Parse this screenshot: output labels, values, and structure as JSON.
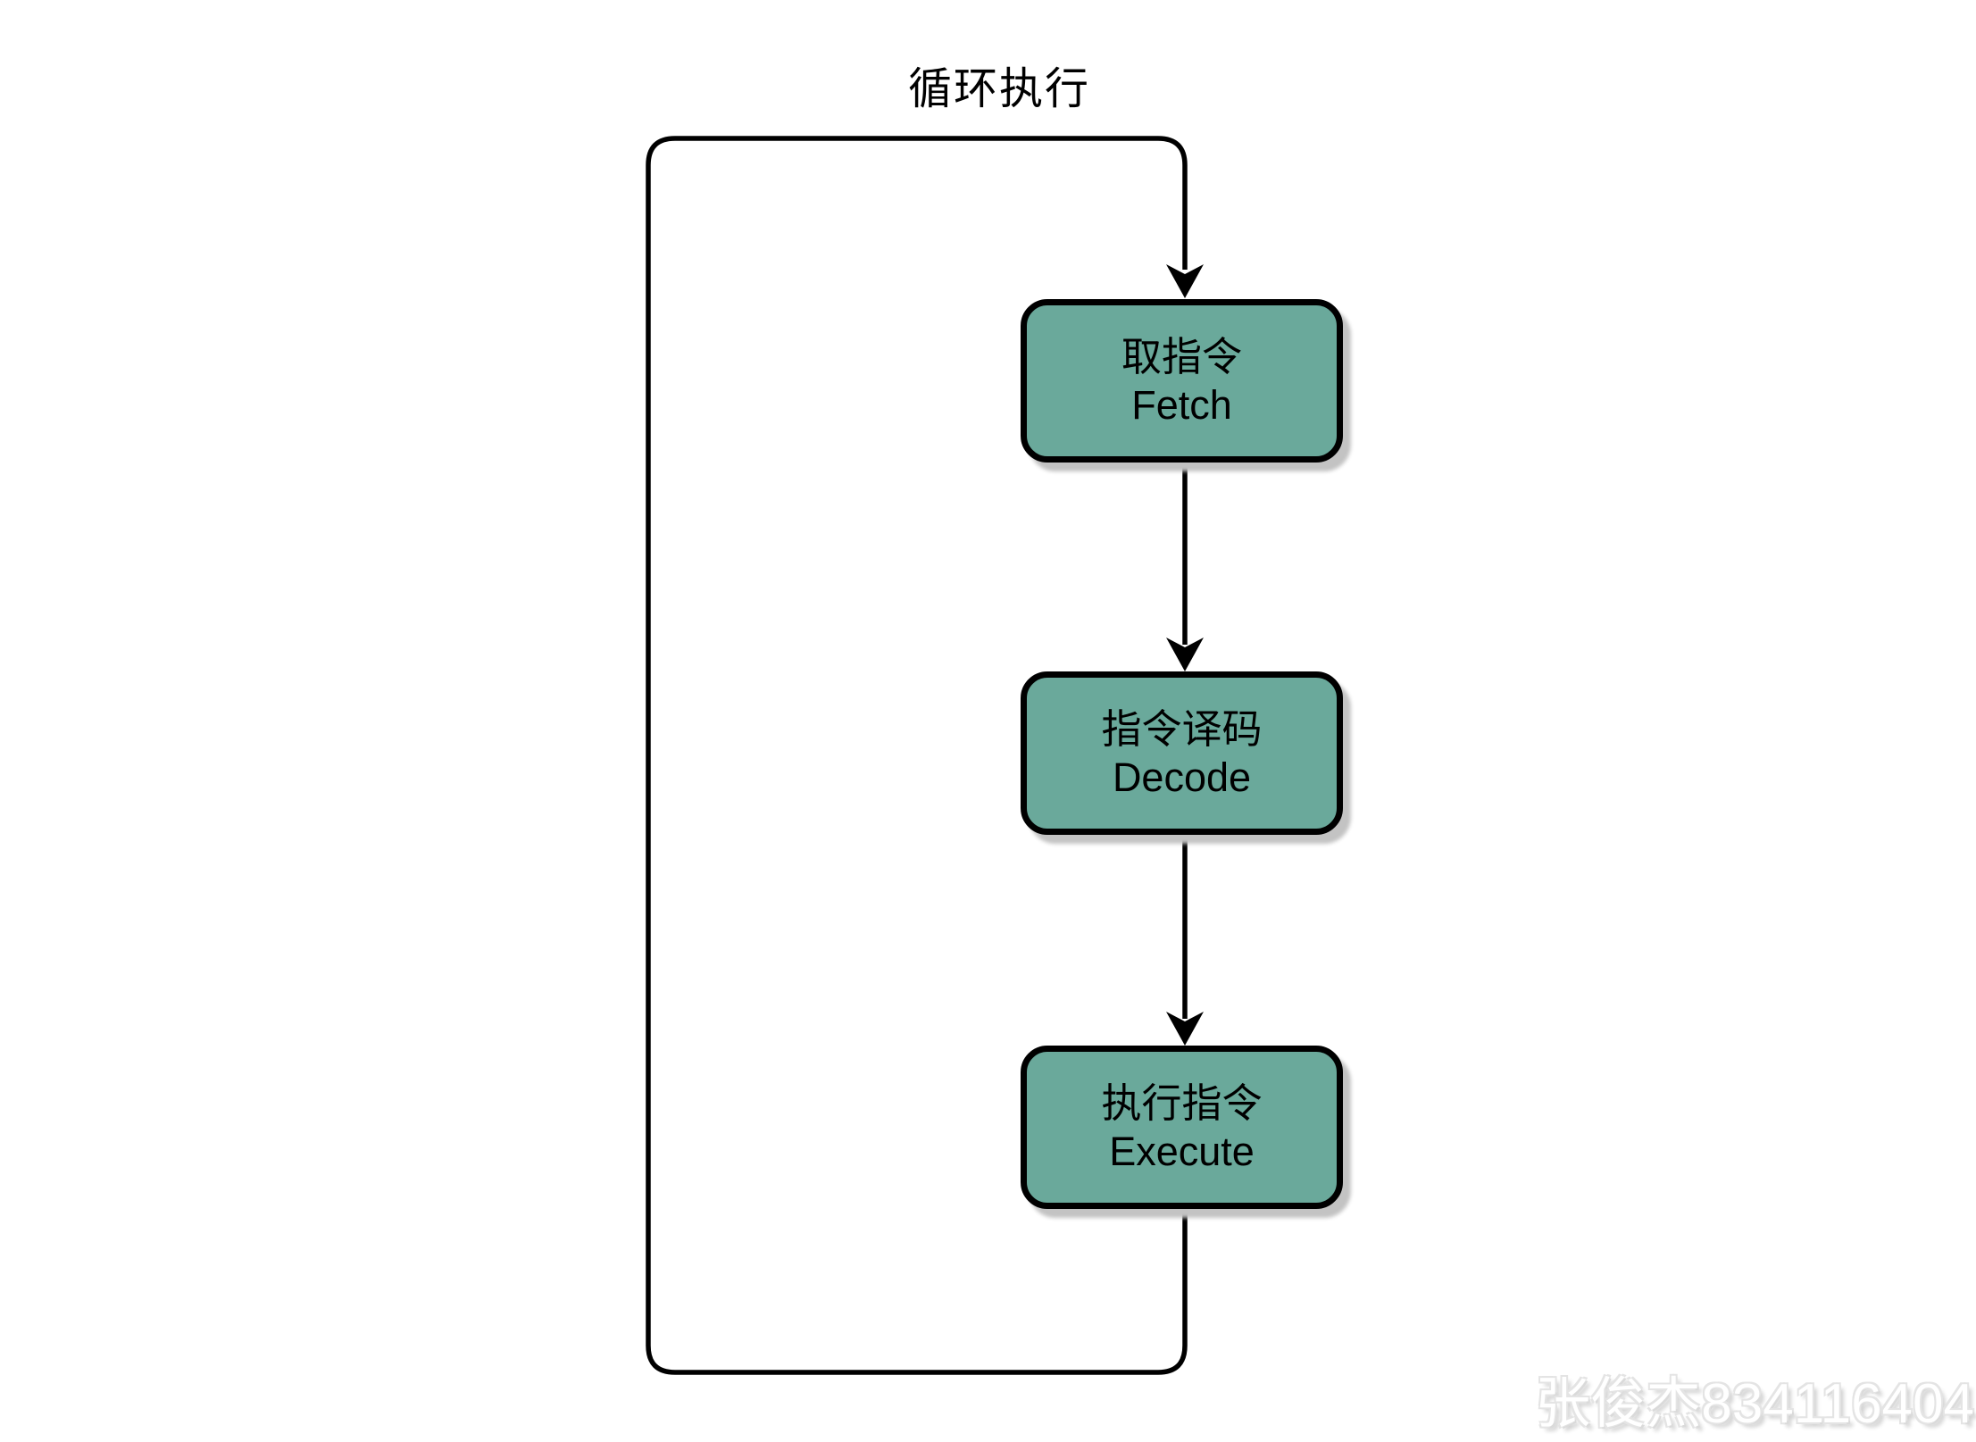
{
  "title": "循环执行",
  "nodes": [
    {
      "label_zh": "取指令",
      "label_en": "Fetch"
    },
    {
      "label_zh": "指令译码",
      "label_en": "Decode"
    },
    {
      "label_zh": "执行指令",
      "label_en": "Execute"
    }
  ],
  "edges": [
    {
      "from": "loop-top",
      "to": "fetch"
    },
    {
      "from": "fetch",
      "to": "decode"
    },
    {
      "from": "decode",
      "to": "execute"
    },
    {
      "from": "execute",
      "to": "loop-bottom"
    }
  ],
  "watermark": "张俊杰834116404",
  "colors": {
    "node_fill": "#6aa99b",
    "node_border": "#000000",
    "line": "#000000",
    "background": "#ffffff"
  }
}
